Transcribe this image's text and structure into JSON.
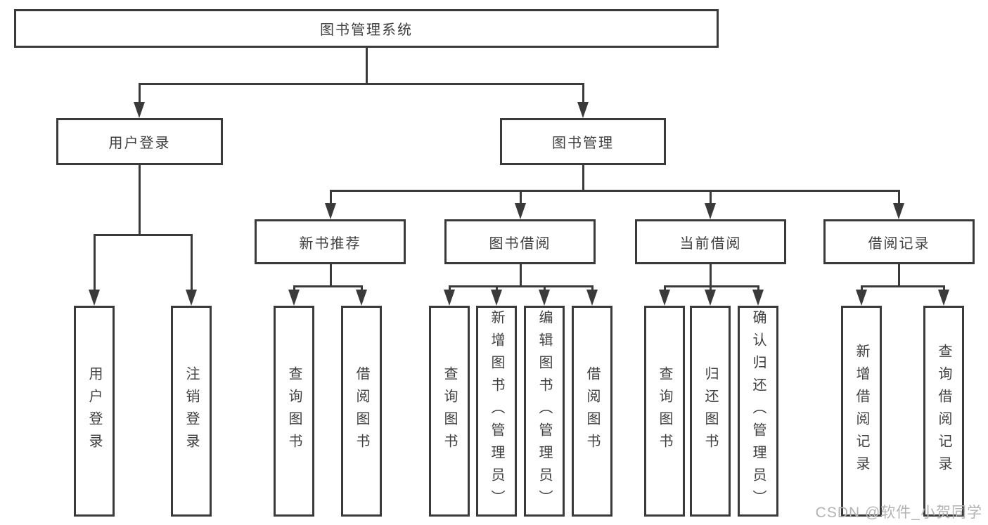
{
  "colors": {
    "line": "#3a3a3a",
    "text": "#3f3f3f",
    "watermark": "#b3b3b3",
    "background": "#ffffff"
  },
  "watermark": {
    "text": "CSDN @软件_小贺同学"
  },
  "tree": {
    "root": {
      "label": "图书管理系统",
      "children": [
        {
          "label": "用户登录",
          "children": [
            {
              "label": "用户登录"
            },
            {
              "label": "注销登录"
            }
          ]
        },
        {
          "label": "图书管理",
          "children": [
            {
              "label": "新书推荐",
              "children": [
                {
                  "label": "查询图书"
                },
                {
                  "label": "借阅图书"
                }
              ]
            },
            {
              "label": "图书借阅",
              "children": [
                {
                  "label": "查询图书"
                },
                {
                  "label": "新增图书（管理员）"
                },
                {
                  "label": "编辑图书（管理员）"
                },
                {
                  "label": "借阅图书"
                }
              ]
            },
            {
              "label": "当前借阅",
              "children": [
                {
                  "label": "查询图书"
                },
                {
                  "label": "归还图书"
                },
                {
                  "label": "确认归还（管理员）"
                }
              ]
            },
            {
              "label": "借阅记录",
              "children": [
                {
                  "label": "新增借阅记录"
                },
                {
                  "label": "查询借阅记录"
                }
              ]
            }
          ]
        }
      ]
    }
  }
}
